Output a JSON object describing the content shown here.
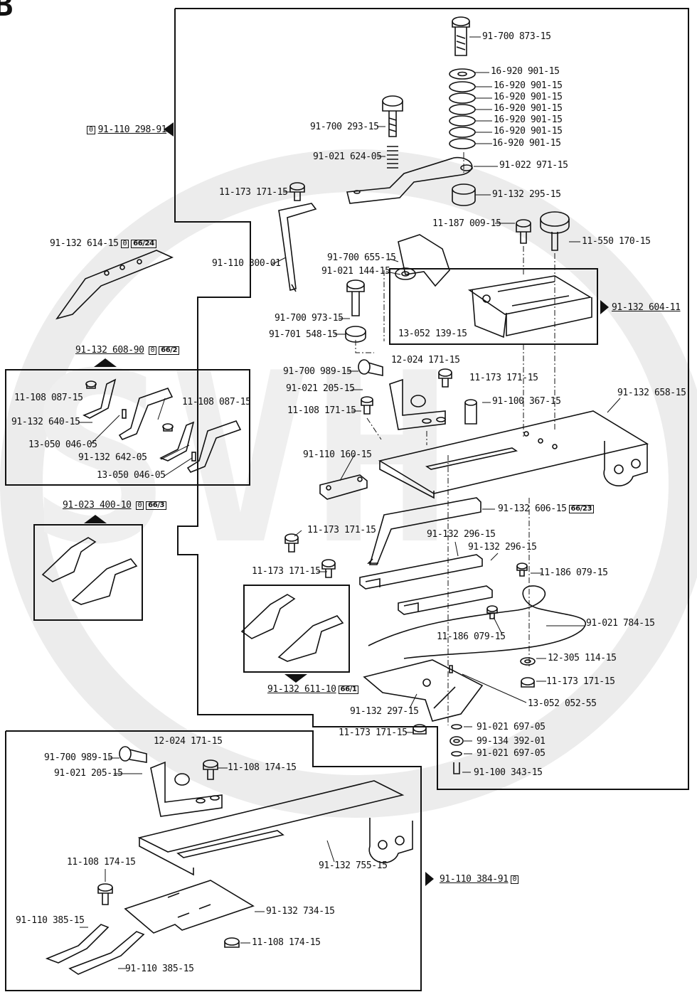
{
  "page_letter": "B",
  "watermark": "SVH",
  "labels": {
    "main_group": "91-110 298-91",
    "main_group_box": "0",
    "l_91_700_873": "91-700 873-15",
    "washer1": "16-920 901-15",
    "washer2": "16-920 901-15",
    "washer3": "16-920 901-15",
    "washer4": "16-920 901-15",
    "washer5": "16-920 901-15",
    "washer6": "16-920 901-15",
    "washer7": "16-920 901-15",
    "l_91_700_293": "91-700 293-15",
    "l_91_021_624": "91-021 624-05",
    "l_91_022_971": "91-022 971-15",
    "l_11_173_171_a": "11-173 171-15",
    "l_91_132_295": "91-132 295-15",
    "l_11_187_009": "11-187 009-15",
    "l_11_550_170": "11-550 170-15",
    "l_91_110_300": "91-110 300-01",
    "l_91_132_614": "91-132 614-15",
    "l_91_132_614_box": "0",
    "l_91_132_614_pg": "66/24",
    "l_91_700_655": "91-700 655-15",
    "l_91_021_144": "91-021 144-15",
    "l_91_700_973": "91-700 973-15",
    "l_91_701_548": "91-701 548-15",
    "l_13_052_139": "13-052 139-15",
    "l_91_132_604": "91-132 604-11",
    "l_91_132_608": "91-132 608-90",
    "l_91_132_608_box": "0",
    "l_91_132_608_pg": "66/2",
    "l_12_024_171_a": "12-024 171-15",
    "l_91_700_989_a": "91-700 989-15",
    "l_11_173_171_b": "11-173 171-15",
    "l_91_021_205_a": "91-021 205-15",
    "l_11_108_171": "11-108 171-15",
    "l_91_100_367": "91-100 367-15",
    "l_91_132_658": "91-132 658-15",
    "l_11_108_087_a": "11-108 087-15",
    "l_11_108_087_b": "11-108 087-15",
    "l_91_132_640": "91-132 640-15",
    "l_13_050_046_a": "13-050 046-05",
    "l_91_132_642": "91-132 642-05",
    "l_13_050_046_b": "13-050 046-05",
    "l_91_110_160": "91-110 160-15",
    "l_91_023_400": "91-023 400-10",
    "l_91_023_400_box": "0",
    "l_91_023_400_pg": "66/3",
    "l_91_132_606": "91-132 606-15",
    "l_91_132_606_pg": "66/23",
    "l_11_173_171_c": "11-173 171-15",
    "l_91_132_296_a": "91-132 296-15",
    "l_91_132_296_b": "91-132 296-15",
    "l_11_173_171_d": "11-173 171-15",
    "l_11_186_079_a": "11-186 079-15",
    "l_91_021_784": "91-021 784-15",
    "l_11_186_079_b": "11-186 079-15",
    "l_12_305_114": "12-305 114-15",
    "l_11_173_171_e": "11-173 171-15",
    "l_91_132_611": "91-132 611-10",
    "l_91_132_611_pg": "66/1",
    "l_13_052_052": "13-052 052-55",
    "l_91_132_297": "91-132 297-15",
    "l_11_173_171_f": "11-173 171-15",
    "l_91_021_697_a": "91-021 697-05",
    "l_99_134_392": "99-134 392-01",
    "l_91_021_697_b": "91-021 697-05",
    "l_91_100_343": "91-100 343-15",
    "l_91_700_989_b": "91-700 989-15",
    "l_12_024_171_b": "12-024 171-15",
    "l_91_021_205_b": "91-021 205-15",
    "l_11_108_174_a": "11-108 174-15",
    "l_91_132_755": "91-132 755-15",
    "l_91_110_384": "91-110 384-91",
    "l_91_110_384_box": "0",
    "l_11_108_174_b": "11-108 174-15",
    "l_91_132_734": "91-132 734-15",
    "l_91_110_385_a": "91-110 385-15",
    "l_11_108_174_c": "11-108 174-15",
    "l_91_110_385_b": "91-110 385-15"
  },
  "colors": {
    "ink": "#111111",
    "watermark": "#eeeeee",
    "paper": "#ffffff"
  }
}
